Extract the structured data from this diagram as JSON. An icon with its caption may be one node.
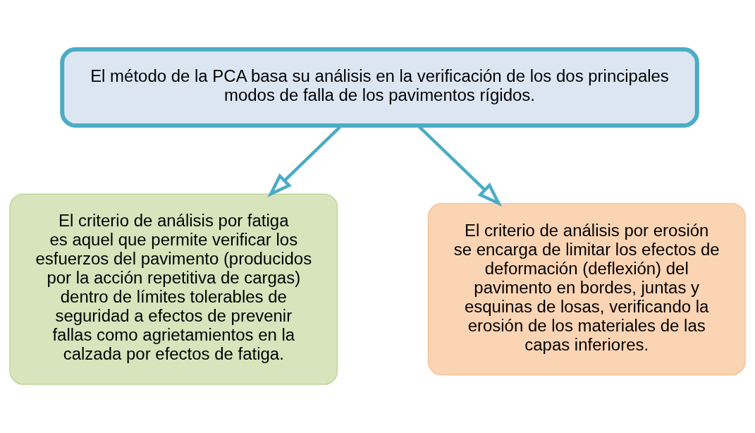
{
  "diagram": {
    "nodes": [
      {
        "text": [
          "El método de la PCA basa su análisis en la verificación de los dos principales modos de falla de los pavimentos rígidos."
        ]
      },
      {
        "text": [
          "El criterio de análisis por fatiga es aquel que permite verificar los esfuerzos del pavimento (producidos por la acción repetitiva de cargas) dentro de límites tolerables de seguridad a efectos de prevenir fallas como agrietamientos en la calzada por efectos de fatiga."
        ]
      },
      {
        "text": [
          "El criterio de análisis por erosión se encarga de limitar los efectos de deformación (deflexión) del pavimento en bordes, juntas y esquinas de losas, verificando la erosión de los materiales de las capas inferiores."
        ]
      }
    ],
    "edges": [
      {
        "from": 0,
        "to": 1,
        "arrow": "to"
      },
      {
        "from": 0,
        "to": 2,
        "arrow": "to"
      }
    ]
  }
}
